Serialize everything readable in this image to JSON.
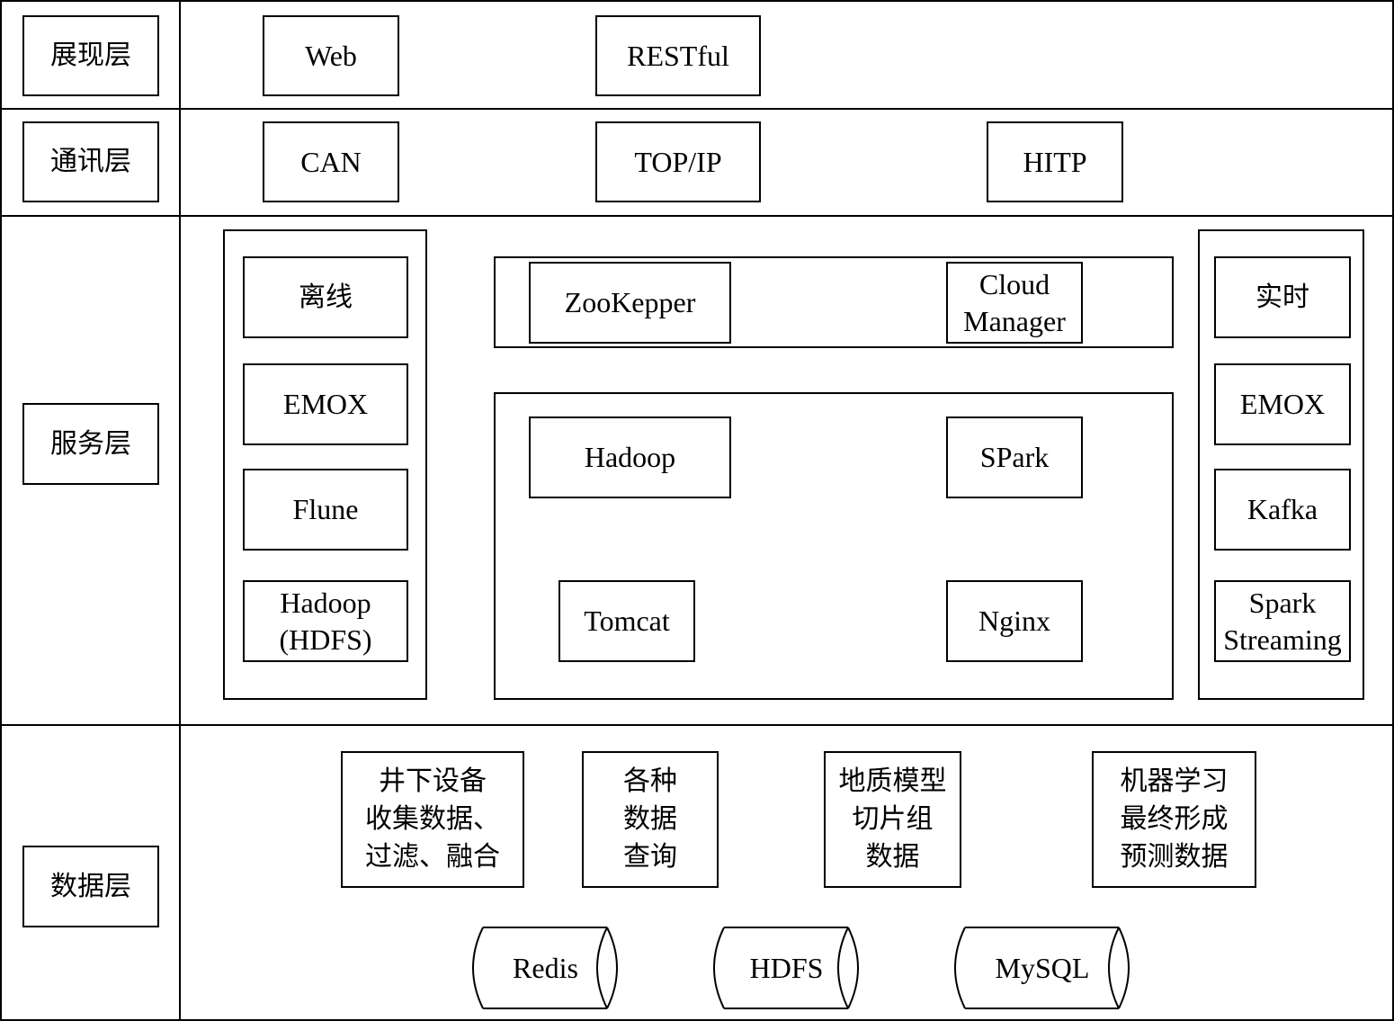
{
  "layers": {
    "presentation": {
      "label": "展现层",
      "items": [
        "Web",
        "RESTful"
      ]
    },
    "communication": {
      "label": "通讯层",
      "items": [
        "CAN",
        "TOP/IP",
        "HITP"
      ]
    },
    "service": {
      "label": "服务层",
      "offline": {
        "title": "离线",
        "items": [
          "EMOX",
          "Flune",
          "Hadoop\n(HDFS)"
        ]
      },
      "coordination": {
        "items": [
          "ZooKepper",
          "Cloud\nManager"
        ]
      },
      "core": {
        "items": [
          "Hadoop",
          "SPark",
          "Tomcat",
          "Nginx"
        ]
      },
      "realtime": {
        "title": "实时",
        "items": [
          "EMOX",
          "Kafka",
          "Spark\nStreaming"
        ]
      }
    },
    "data": {
      "label": "数据层",
      "functions": [
        "井下设备\n收集数据、\n过滤、融合",
        "各种\n数据\n查询",
        "地质模型\n切片组\n数据",
        "机器学习\n最终形成\n预测数据"
      ],
      "stores": [
        "Redis",
        "HDFS",
        "MySQL"
      ]
    }
  }
}
